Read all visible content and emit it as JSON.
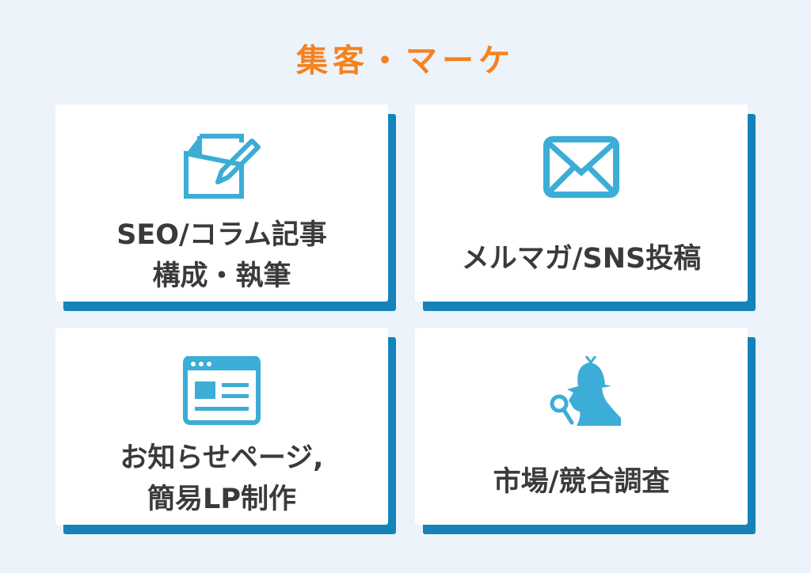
{
  "title": "集客・マーケ",
  "cards": [
    {
      "line1": "SEO/コラム記事",
      "line2": "構成・執筆",
      "icon": "document-pencil-icon"
    },
    {
      "line1": "メルマガ/SNS投稿",
      "icon": "envelope-icon"
    },
    {
      "line1": "お知らせページ,",
      "line2": "簡易LP制作",
      "icon": "browser-window-icon"
    },
    {
      "line1": "市場/競合調査",
      "icon": "detective-magnifier-icon"
    }
  ],
  "colors": {
    "title": "#f5821f",
    "icon": "#3badd6",
    "shadow": "#1583ba",
    "text": "#3a3a3a"
  }
}
